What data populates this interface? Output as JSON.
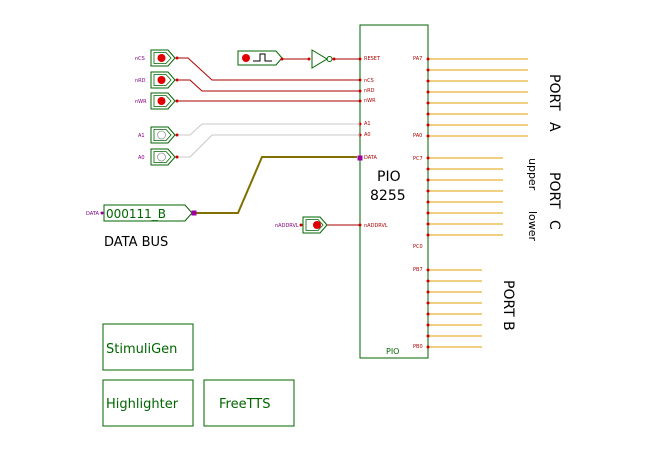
{
  "chip": {
    "name_line1": "PIO",
    "name_line2": "8255",
    "bottom_label": "PIO",
    "left_pins": {
      "reset": "RESET",
      "ncs": "nCS",
      "nrd": "nRD",
      "nwr": "nWR",
      "a1": "A1",
      "a0": "A0",
      "data": "DATA",
      "naddrvl": "nADDRVL"
    },
    "right_pins": {
      "pa7": "PA7",
      "pa0": "PA0",
      "pc7": "PC7",
      "pc0": "PC0",
      "pb7": "PB7",
      "pb0": "PB0"
    }
  },
  "inputs": {
    "ncs": "nCS",
    "nrd": "nRD",
    "nwr": "nWR",
    "a1": "A1",
    "a0": "A0",
    "naddrvl": "nADDRVL"
  },
  "data_bus": {
    "small_label": "DATA",
    "value": "000111_B",
    "label": "DATA BUS"
  },
  "ports": {
    "port_a_line1": "PORT",
    "port_a_line2": "A",
    "port_c_line1": "PORT",
    "port_c_line2": "C",
    "upper": "upper",
    "lower": "lower",
    "port_b": "PORT B"
  },
  "buttons": {
    "stimuligen": "StimuliGen",
    "highlighter": "Highlighter",
    "freetts": "FreeTTS"
  },
  "colors": {
    "wire_red": "#aa0000",
    "wire_gray": "#c8c8c8",
    "bus_olive": "#807000",
    "output_yellow": "#e0a000",
    "component_green": "#006600",
    "led_red": "#e00000"
  }
}
